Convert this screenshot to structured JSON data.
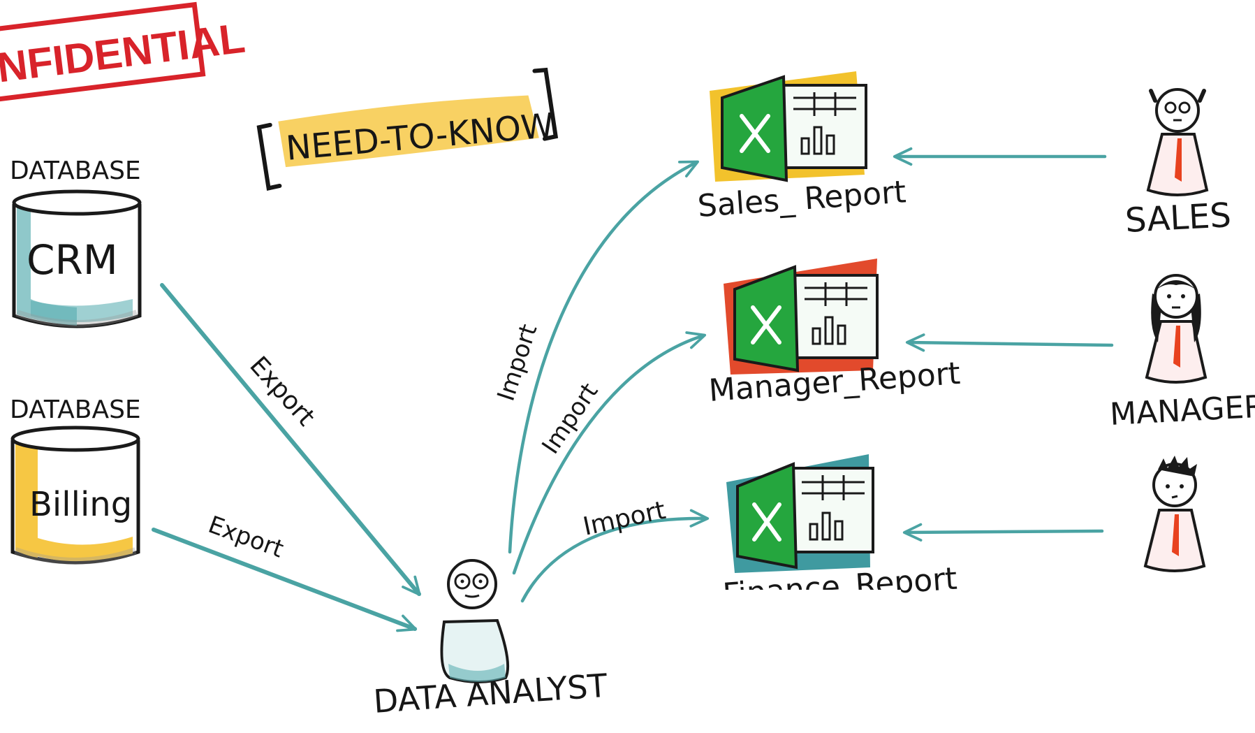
{
  "stamp": {
    "text": "NFIDENTIAL"
  },
  "tag": {
    "text": "NEED-TO-KNOW"
  },
  "databases": [
    {
      "caption": "DATABASE",
      "name": "CRM"
    },
    {
      "caption": "DATABASE",
      "name": "Billing"
    }
  ],
  "analyst": {
    "label": "DATA ANALYST"
  },
  "flows": {
    "export_labels": [
      "Export",
      "Export"
    ],
    "import_labels": [
      "Import",
      "Import",
      "Import"
    ]
  },
  "reports": [
    {
      "name": "Sales_ Report",
      "frame_color": "#f2c22c"
    },
    {
      "name": "Manager_Report",
      "frame_color": "#e24a2c"
    },
    {
      "name": "Finance_Report",
      "frame_color": "#3f9aa0"
    }
  ],
  "roles": [
    {
      "label": "SALES"
    },
    {
      "label": "MANAGER"
    },
    {
      "label": ""
    }
  ],
  "colors": {
    "arrow": "#4aa3a3",
    "excel_green": "#25a63e",
    "crm_tint": "#5fb0b4",
    "billing_tint": "#f6c744",
    "tag_highlight": "#f7c948",
    "stamp_red": "#d8232a",
    "tie_red": "#e8421f"
  }
}
